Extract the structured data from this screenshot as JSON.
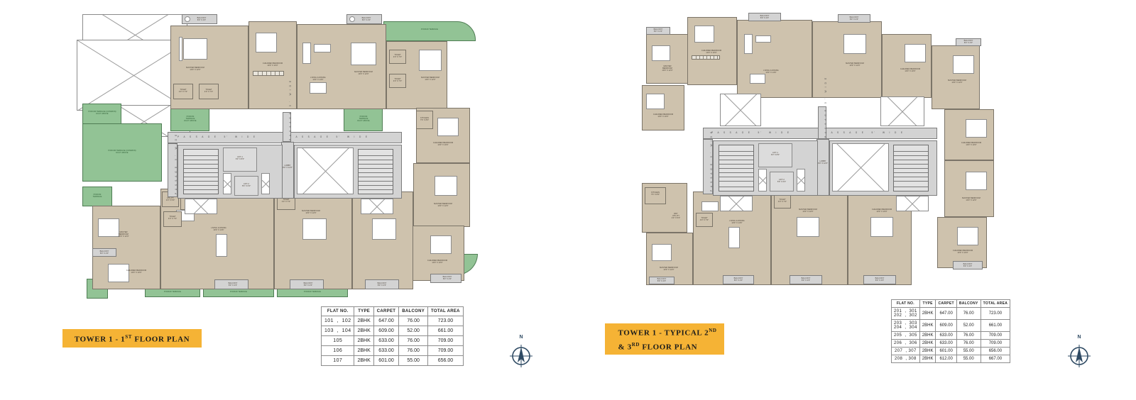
{
  "page": {
    "title": "Tower 1 Floor Plans",
    "background": "#ffffff",
    "colors": {
      "banner": "#f5b335",
      "room_fill": "#cec2ad",
      "terrace_green": "#92c395",
      "passage_grey": "#d3d3d3",
      "wall": "#7b7468",
      "compass": "#2e4a63"
    }
  },
  "plans": [
    {
      "id": "tower-1-first-floor",
      "banner": {
        "line1": "TOWER 1 - 1",
        "sup1": "ST",
        "line1b": " FLOOR PLAN",
        "line2": "",
        "sup2": "",
        "line2b": ""
      },
      "compass": {
        "label": "N"
      },
      "labels": {
        "passage_h_left": "P  A  S  S  A  G  E    5'    W  I  D  E",
        "passage_h_right": "P  A  S  S  A  G  E    5'    W  I  D  E",
        "passage_v_left": "P A S S A G E   5 '   W I D E",
        "passage_v_right": "P A S S A G E   5 '   W I D E",
        "lobby": "LOBBY\n9'0\" X 12'6\"",
        "lift1": "LIFT-1\n6'0\" X 8'0\"",
        "lift2": "LIFT-2\n5'6\" X 6'0\"",
        "podium_terrace": "PODIUM\nTERRACE",
        "podium_terrace_common": "PODIUM TERRACE (COMMON)\nDUCT ABOVE",
        "podium_terrace_duct": "PODIUM\nTERRACE\nDUCT ABOVE",
        "master_bedroom": "MASTER BEDROOM\n10'0\" X 12'0\"",
        "children_bedroom": "CHILDREN BEDROOM\n10'0\" X 10'0\"",
        "living_dining": "LIVING & DINING\n10'0\" X 14'6\"",
        "kitchen": "KITCHEN\n7'6\" X 8'0\"",
        "toilet": "TOILET\n4'0\" X 7'0\"",
        "balcony": "BALCONY\n8'0\" X 4'0\"",
        "dry_utility": "DRY\nUTILITY\n4'0\" X 5'0\"",
        "sit_lobby": "SIT.\nLOBBY"
      },
      "table": {
        "headers": [
          "FLAT NO.",
          "TYPE",
          "CARPET",
          "BALCONY",
          "TOTAL AREA"
        ],
        "rows": [
          [
            "101  ,  102",
            "2BHK",
            "647.00",
            "76.00",
            "723.00"
          ],
          [
            "103  ,  104",
            "2BHK",
            "609.00",
            "52.00",
            "661.00"
          ],
          [
            "105",
            "2BHK",
            "633.00",
            "76.00",
            "709.00"
          ],
          [
            "106",
            "2BHK",
            "633.00",
            "76.00",
            "709.00"
          ],
          [
            "107",
            "2BHK",
            "601.00",
            "55.00",
            "656.00"
          ]
        ]
      }
    },
    {
      "id": "tower-1-typical-2nd-3rd-floor",
      "banner": {
        "line1": "TOWER 1 - TYPICAL 2",
        "sup1": "ND",
        "line1b": "",
        "line2": "& 3",
        "sup2": "RD",
        "line2b": " FLOOR PLAN"
      },
      "compass": {
        "label": "N"
      },
      "labels": {
        "passage_h_left": "P  A  S  S  A  G  E    5'    W  I  D  E",
        "passage_h_right": "P  A  S  S  A  G  E    5'    W  I  D  E",
        "passage_v_left": "P A S S A G E   5 '   W I D E",
        "passage_v_right": "P A S S A G E   5 '   W I D E",
        "lobby": "LOBBY\n9'0\" X 12'6\"",
        "lift1": "LIFT-1\n6'0\" X 8'0\"",
        "lift2": "LIFT-2\n5'6\" X 6'0\"",
        "master_bedroom": "MASTER BEDROOM\n10'0\" X 12'0\"",
        "children_bedroom": "CHILDREN BEDROOM\n10'0\" X 10'0\"",
        "living_dining": "LIVING & DINING\n10'0\" X 14'6\"",
        "kitchen": "KITCHEN\n7'6\" X 8'0\"",
        "toilet": "TOILET\n4'0\" X 7'0\"",
        "balcony": "BALCONY\n8'0\" X 4'0\"",
        "dry_utility": "DRY\nUTILITY\n4'0\" X 5'0\"",
        "sit_lobby": "SIT.\nLOBBY"
      },
      "table": {
        "headers": [
          "FLAT NO.",
          "TYPE",
          "CARPET",
          "BALCONY",
          "TOTAL AREA"
        ],
        "rows": [
          [
            "201  ,  301\n202  ,  302",
            "2BHK",
            "647.00",
            "76.00",
            "723.00"
          ],
          [
            "203  ,  303\n204  ,  304",
            "2BHK",
            "609.00",
            "52.00",
            "661.00"
          ],
          [
            "205  ,  305",
            "2BHK",
            "633.00",
            "76.00",
            "709.00"
          ],
          [
            "206  ,  306",
            "2BHK",
            "633.00",
            "76.00",
            "709.00"
          ],
          [
            "207  , 307",
            "2BHK",
            "601.00",
            "55.00",
            "656.00"
          ],
          [
            "208  , 308",
            "2BHK",
            "612.00",
            "55.00",
            "667.00"
          ]
        ]
      }
    }
  ]
}
